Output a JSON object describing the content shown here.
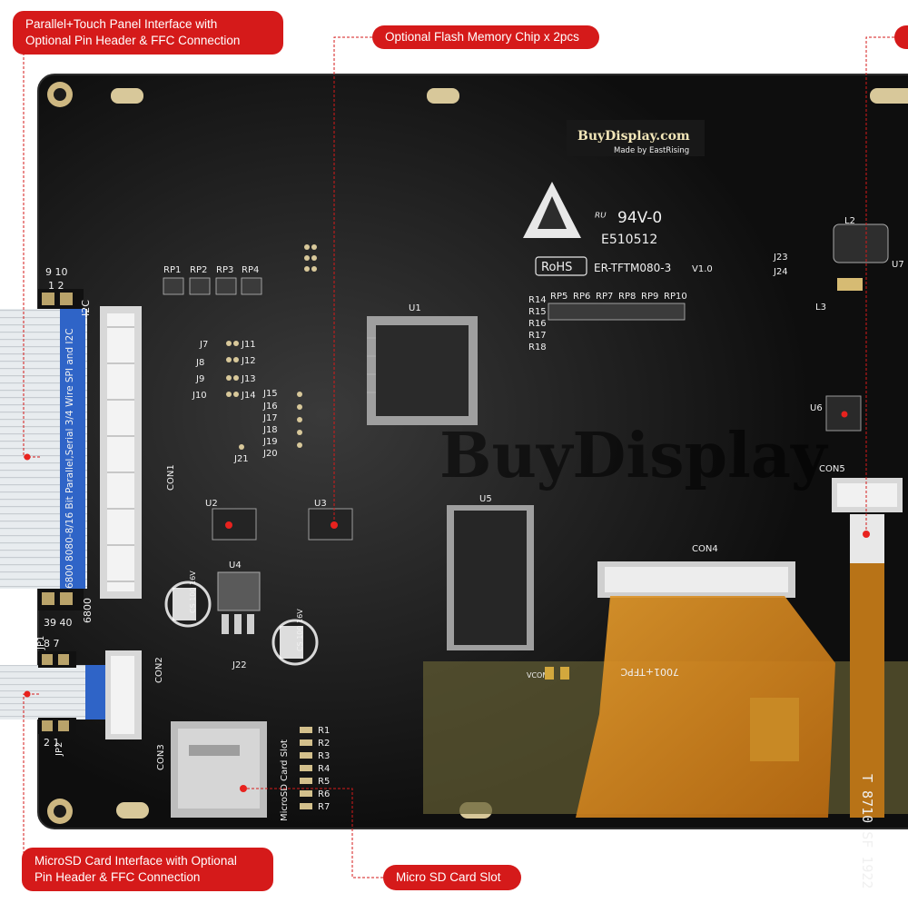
{
  "callouts": {
    "top_left": "Parallel+Touch Panel Interface with\nOptional Pin Header & FFC Connection",
    "top_center": "Optional Flash Memory Chip x 2pcs",
    "bottom_left": "MicroSD Card Interface with Optional\nPin Header & FFC Connection",
    "bottom_center": "Micro SD Card Slot"
  },
  "board": {
    "brand": "BuyDisplay.com",
    "brand_sub": "Made by EastRising",
    "ul_mark": "94V-0",
    "ul_code": "E510512",
    "rohs": "RoHS",
    "model": "ER-TFTM080-3",
    "version": "V1.0",
    "watermark": "BuyDisplay",
    "flex_left_text": "6800 8080-8/16 Bit Parallel,Serial 3/4 Wire SPI and I2C",
    "flex_right_code": "T 8710  SF 1922",
    "fpc_code": "7001+TFPC",
    "sd_label": "MicroSD Card Slot"
  },
  "labels": {
    "rp": [
      "RP1",
      "RP2",
      "RP3",
      "RP4"
    ],
    "rp_right": [
      "RP5",
      "RP6",
      "RP7",
      "RP8",
      "RP9",
      "RP10"
    ],
    "j_left": [
      "J7",
      "J8",
      "J9",
      "J10"
    ],
    "j_mid": [
      "J11",
      "J12",
      "J13",
      "J14"
    ],
    "j_right": [
      "J15",
      "J16",
      "J17",
      "J18",
      "J19",
      "J20"
    ],
    "r_stack": [
      "R14",
      "R15",
      "R16",
      "R17",
      "R18"
    ],
    "sd_resistors": [
      "R1",
      "R2",
      "R3",
      "R4",
      "R5",
      "R6",
      "R7"
    ],
    "con1": "CON1",
    "con2": "CON2",
    "con3": "CON3",
    "con4": "CON4",
    "con5": "CON5",
    "u1": "U1",
    "u2": "U2",
    "u3": "U3",
    "u4": "U4",
    "u5": "U5",
    "u6": "U6",
    "u7": "U7",
    "j21": "J21",
    "j22": "J22",
    "j23": "J23",
    "j24": "J24",
    "jp1": "JP1",
    "jp2": "JP2",
    "i2c": "I2C",
    "pin6800": "6800",
    "pins_top": "9 10",
    "pins_top2": "1 2",
    "pins_bottom": "39 40",
    "pins_sd_top": "8 7",
    "pins_sd_bottom": "2 1",
    "vcom": "VCOM",
    "cap_text_1": "CS 100 16V",
    "cap_text_2": "CS 100 16V",
    "l2": "L2",
    "l3": "L3"
  }
}
